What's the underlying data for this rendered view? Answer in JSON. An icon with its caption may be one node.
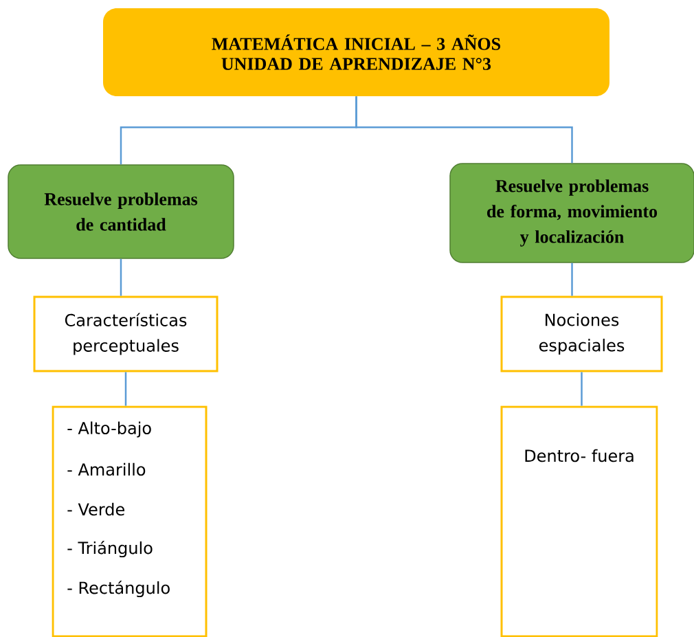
{
  "diagram": {
    "nodes": [
      {
        "text": [
          "MATEMÁTICA INICIAL – 3 AÑOS",
          "UNIDAD DE APRENDIZAJE N°3"
        ]
      },
      {
        "text": [
          "Resuelve problemas de cantidad"
        ]
      },
      {
        "text": [
          "Resuelve problemas de forma, movimiento y localización"
        ]
      },
      {
        "text": [
          "Características perceptuales"
        ]
      },
      {
        "text": [
          "Nociones espaciales"
        ]
      },
      {
        "text": [
          "- Alto-bajo",
          "- Amarillo",
          "- Verde",
          "- Triángulo",
          "- Rectángulo"
        ]
      },
      {
        "text": [
          "Dentro- fuera"
        ]
      }
    ],
    "edges": [
      {
        "from": 0,
        "to": 1,
        "arrow": "none"
      },
      {
        "from": 0,
        "to": 2,
        "arrow": "none"
      },
      {
        "from": 1,
        "to": 3,
        "arrow": "none"
      },
      {
        "from": 3,
        "to": 5,
        "arrow": "none"
      },
      {
        "from": 2,
        "to": 4,
        "arrow": "none"
      },
      {
        "from": 4,
        "to": 6,
        "arrow": "none"
      }
    ]
  }
}
